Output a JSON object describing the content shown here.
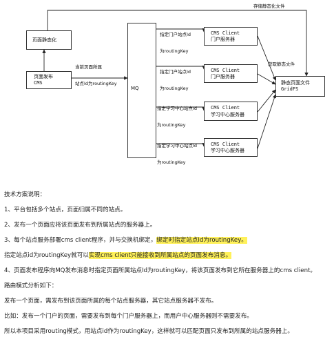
{
  "diagram": {
    "top_label": "存储静态化文件",
    "fetch_label": "获取静态文件",
    "static_box": "页面静态化",
    "publish_box": [
      "页面发布",
      "CMS"
    ],
    "publish_edge_label": [
      "当前页面所属",
      "站点Id为routingKey"
    ],
    "mq_box": "MQ",
    "edge_labels": [
      [
        "指定门户站点Id",
        "为routingKey"
      ],
      [
        "指定门户站点Id",
        "为routingKey"
      ],
      [
        "指定学习中心站点Id",
        "为routingKey"
      ],
      [
        "指定学习中心站点Id",
        "为routingKey"
      ]
    ],
    "clients": [
      [
        "CMS Client",
        "门户服务器"
      ],
      [
        "CMS Client",
        "门户服务器"
      ],
      [
        "CMS Client",
        "学习中心服务器"
      ],
      [
        "CMS Client",
        "学习中心服务器"
      ]
    ],
    "gridfs_box": [
      "静态页面文件",
      "GridFS"
    ]
  },
  "notes": {
    "title": "技术方案说明：",
    "p1": "1、平台包括多个站点，页面归属不同的站点。",
    "p2": "2、发布一个页面应将该页面发布到所属站点的服务器上。",
    "p3_plain": "3、每个站点服务部署cms client程序，并与交换机绑定，",
    "p3_hl": "绑定时指定站点Id为routingKey。",
    "p4_plain": "指定站点id为routingKey就可以",
    "p4_hl": "实现cms client只能接收到所属站点的页面发布消息。",
    "p5": "4、页面发布程序向MQ发布消息时指定页面所属站点Id为routingKey，将该页面发布到它所在服务器上的cms client。",
    "p6": "路由模式分析如下：",
    "p7": "发布一个页面，需发布到该页面所属的每个站点服务器，其它站点服务器不发布。",
    "p8": "比如：发布一个门户的页面，需要发布到每个门户服务器上，而用户中心服务器则不需要发布。",
    "p9": "所以本项目采用routing模式，用站点id作为routingKey，这样就可以匹配页面只发布到所属的站点服务器上。"
  }
}
